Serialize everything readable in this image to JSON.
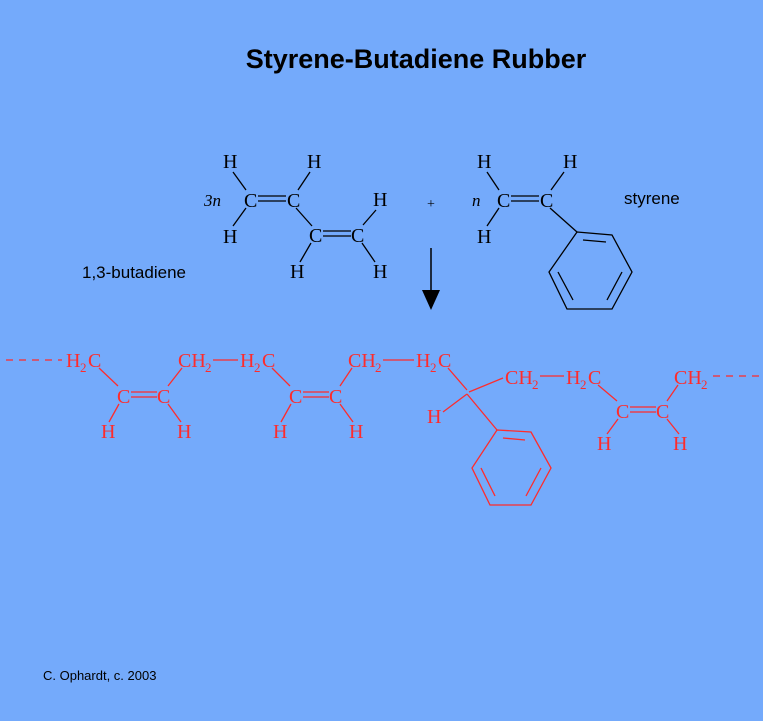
{
  "title": "Styrene-Butadiene Rubber",
  "credit": "C. Ophardt, c. 2003",
  "colors": {
    "background": "#74aafb",
    "reactant": "#000000",
    "polymer": "#ff2b2b"
  },
  "atoms": {
    "H": "H",
    "C": "C",
    "H2": "H",
    "CH2": "CH",
    "sub2": "2"
  },
  "reactants": {
    "butadiene": {
      "coefficient": "3n",
      "label": "1,3-butadiene"
    },
    "plus": "+",
    "styrene": {
      "coefficient": "n",
      "label": "styrene"
    }
  }
}
